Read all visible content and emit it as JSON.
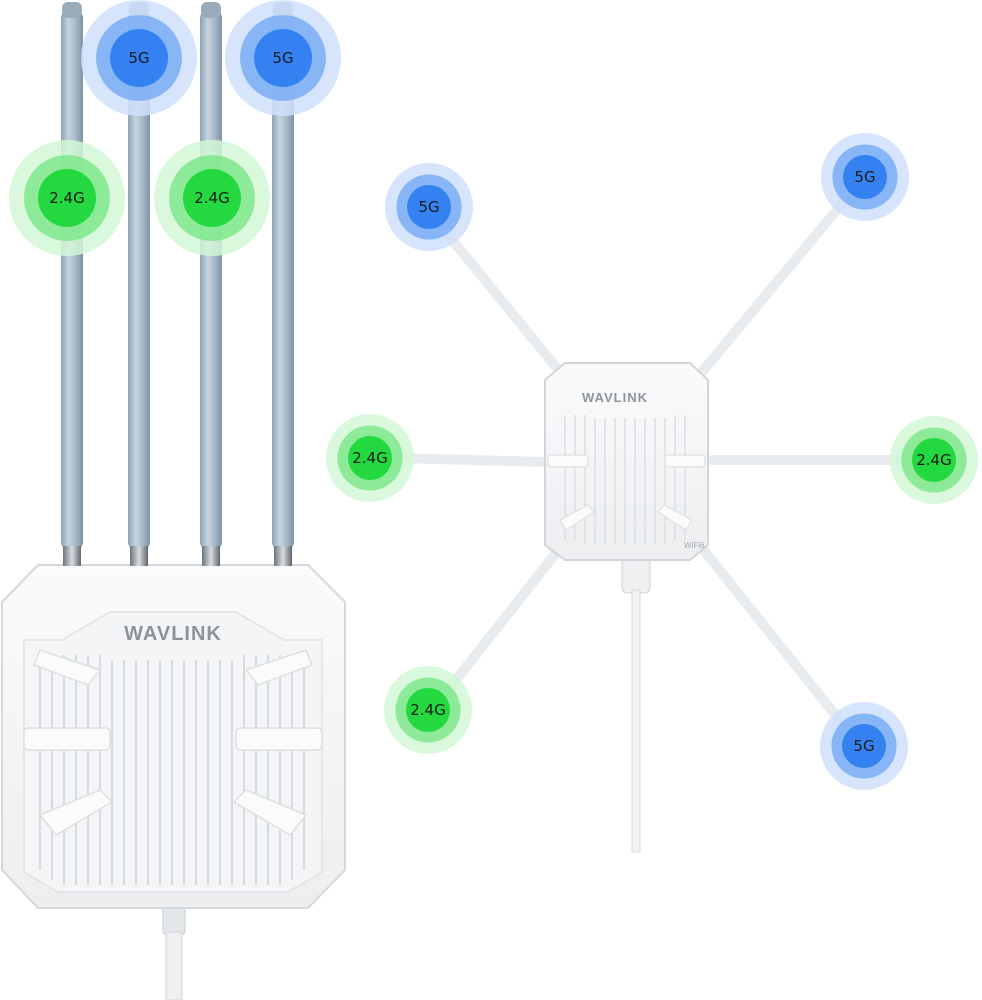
{
  "brand": {
    "name": "WAVLINK"
  },
  "model_mark": "WiFi6",
  "bands": {
    "band_5g": "5G",
    "band_24g": "2.4G"
  },
  "colors": {
    "band_5g_core": "#2f7ff0",
    "band_5g_mid": "#7aadf5",
    "band_5g_halo": "#cfe0fb",
    "band_24g_core": "#1ed83a",
    "band_24g_mid": "#7ee88c",
    "band_24g_halo": "#d2f7d6",
    "device_body": "#f7f8f9",
    "antenna_pole": "#a9b9c8"
  },
  "left_view": {
    "badges": [
      {
        "label": "5G",
        "band": "band_5g"
      },
      {
        "label": "5G",
        "band": "band_5g"
      },
      {
        "label": "2.4G",
        "band": "band_24g"
      },
      {
        "label": "2.4G",
        "band": "band_24g"
      }
    ]
  },
  "right_view": {
    "badges": [
      {
        "label": "5G",
        "band": "band_5g"
      },
      {
        "label": "5G",
        "band": "band_5g"
      },
      {
        "label": "2.4G",
        "band": "band_24g"
      },
      {
        "label": "2.4G",
        "band": "band_24g"
      },
      {
        "label": "2.4G",
        "band": "band_24g"
      },
      {
        "label": "5G",
        "band": "band_5g"
      }
    ]
  }
}
